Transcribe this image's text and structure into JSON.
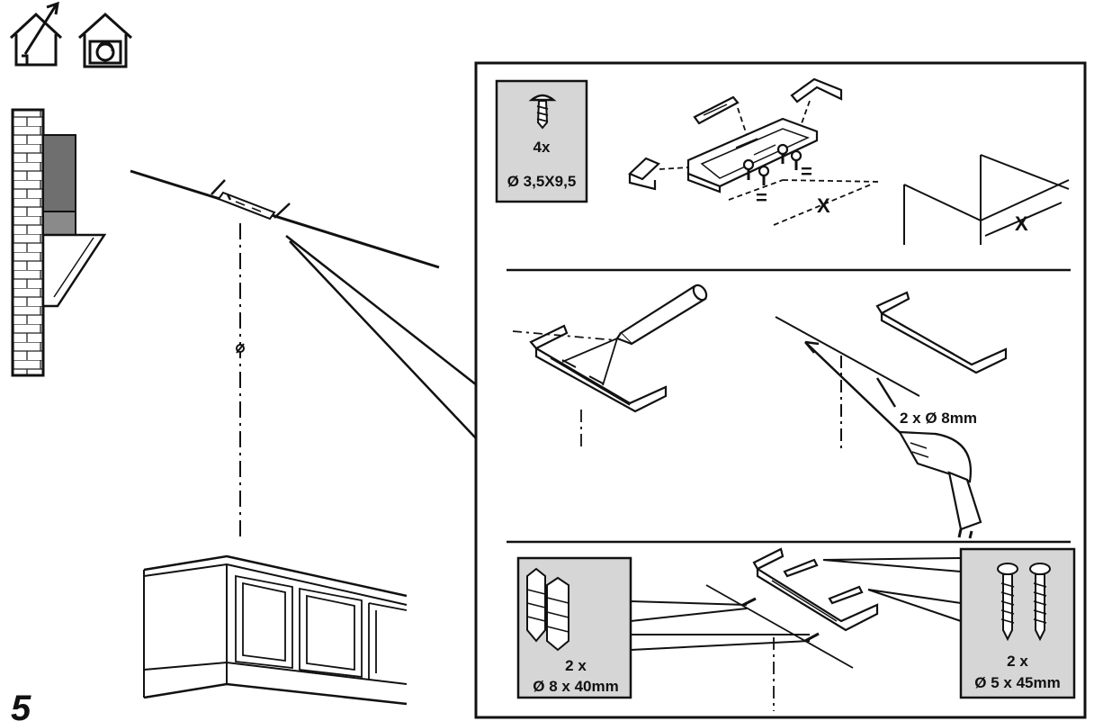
{
  "figure": {
    "step_label": "5",
    "icons": [
      {
        "name": "exhaust-mode-icon"
      },
      {
        "name": "recirculation-mode-icon"
      }
    ],
    "panel_screws": {
      "quantity": "4x",
      "size": "Ø 3,5X9,5"
    },
    "dimension_x_label": "X",
    "equal_mark": "=",
    "drill_label": "2 x Ø 8mm",
    "plugs": {
      "quantity": "2 x",
      "size": "Ø 8 x 40mm"
    },
    "long_screws": {
      "quantity": "2 x",
      "size": "Ø 5 x 45mm"
    }
  }
}
